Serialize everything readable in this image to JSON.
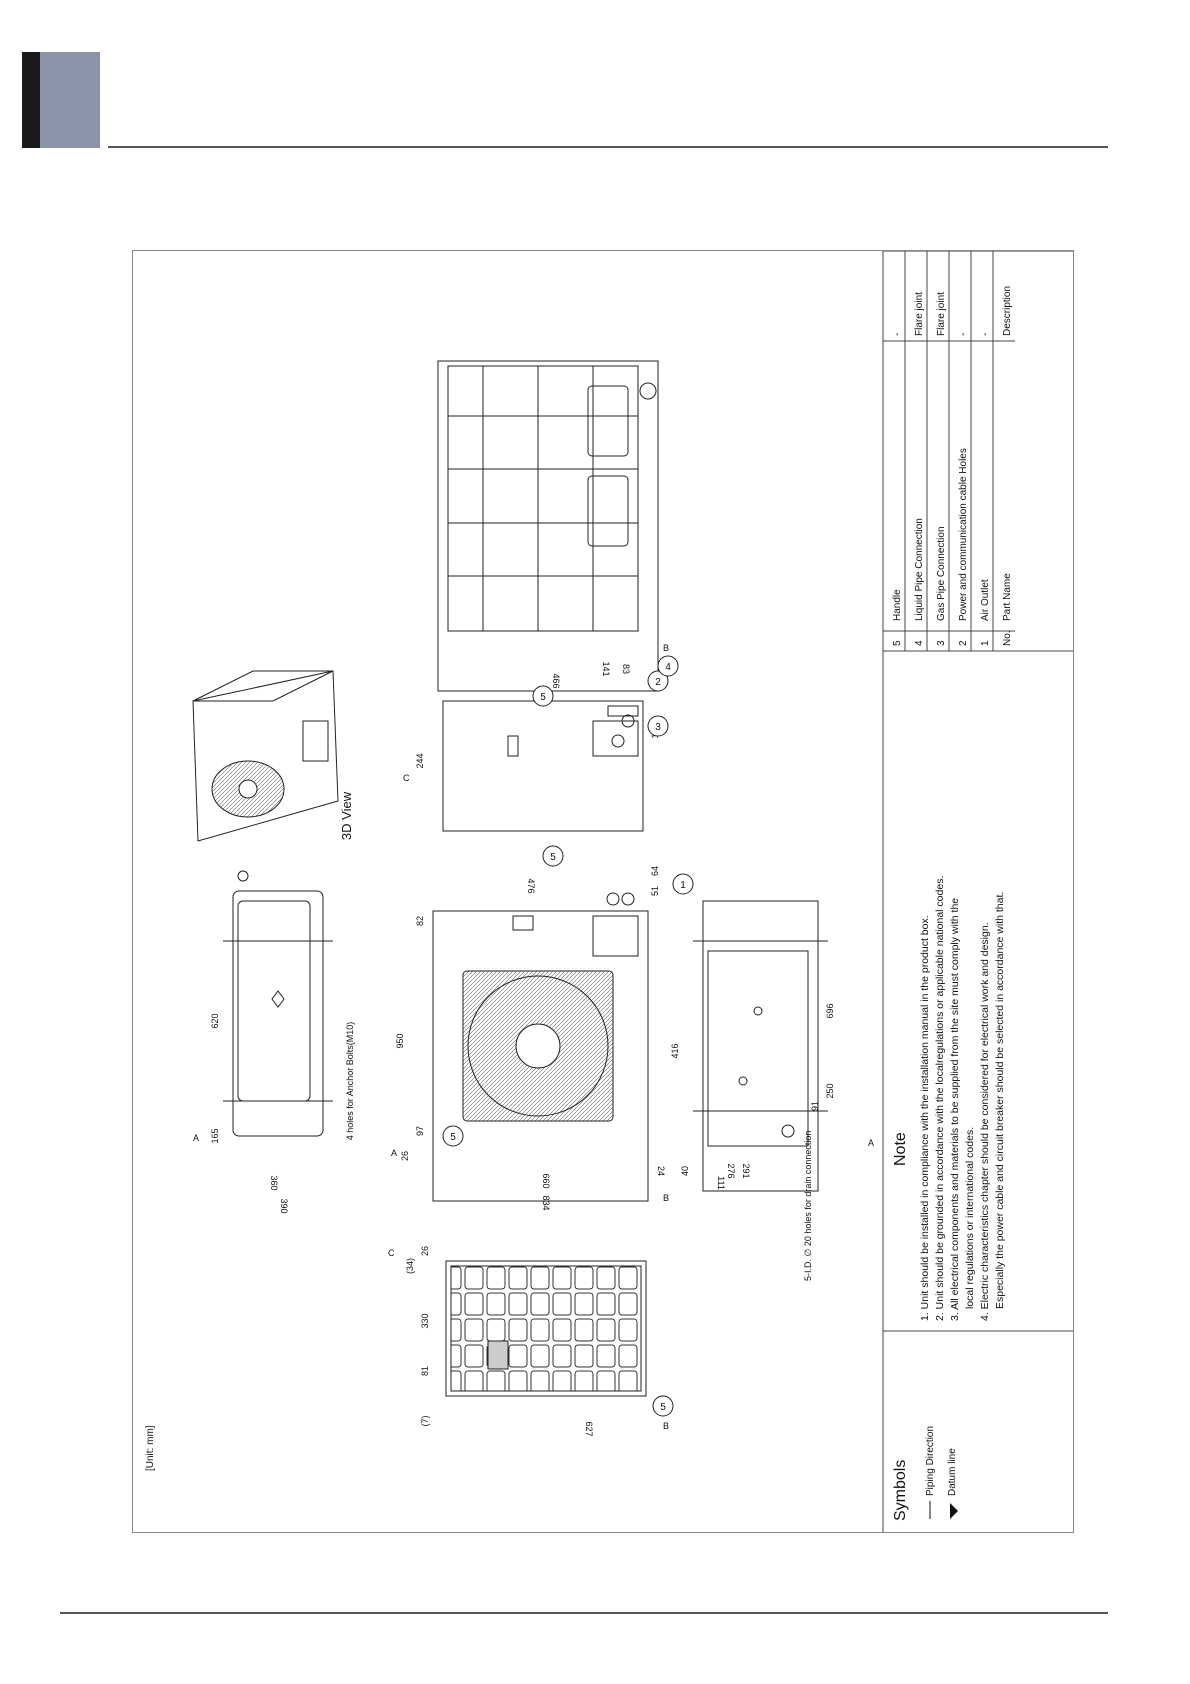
{
  "unit_label": "[Unit: mm]",
  "view_3d_label": "3D View",
  "anchor_label": "4 holes for Anchor Bolts(M10)",
  "drain_label": "5-I.D. ∅ 20 holes for drain connection",
  "piping_direction_label": "Piping Direction",
  "dims": {
    "top_left": [
      "(7)",
      "81",
      "330",
      "(34)",
      "26",
      "627"
    ],
    "plan": [
      "165",
      "620",
      "360",
      "390"
    ],
    "front": [
      "26",
      "97",
      "950",
      "82",
      "660",
      "834",
      "24",
      "476",
      "51",
      "64",
      "416"
    ],
    "bottom": [
      "40",
      "111",
      "276",
      "291",
      "91",
      "250",
      "696"
    ],
    "side": [
      "244",
      "466",
      "141",
      "83",
      "148"
    ]
  },
  "datums": [
    "A",
    "B",
    "C"
  ],
  "callouts": [
    "1",
    "2",
    "3",
    "4",
    "5"
  ],
  "symbols": {
    "title": "Symbols",
    "items": [
      "Piping Direction",
      "Datum line"
    ]
  },
  "note": {
    "title": "Note",
    "lines": [
      "1. Unit should be installed in compliance with the installation manual in the product box.",
      "2. Unit should be grounded in accordance with the localregulations or applicable national codes.",
      "3. All electrical components and materials to be supplied from the site must comply with the",
      "local regulations or international codes.",
      "4. Electric characteristics chapter should be considered for electrical work and design.",
      "Especially the power cable and circuit breaker should be selected in accordance with that."
    ]
  },
  "parts_table": {
    "headers": [
      "No.",
      "Part Name",
      "Description"
    ],
    "rows": [
      [
        "5",
        "Handle",
        "-"
      ],
      [
        "4",
        "Liquid Pipe Connection",
        "Flare joint"
      ],
      [
        "3",
        "Gas Pipe Connection",
        "Flare joint"
      ],
      [
        "2",
        "Power and communication cable Holes",
        "-"
      ],
      [
        "1",
        "Air Outlet",
        "-"
      ]
    ]
  }
}
